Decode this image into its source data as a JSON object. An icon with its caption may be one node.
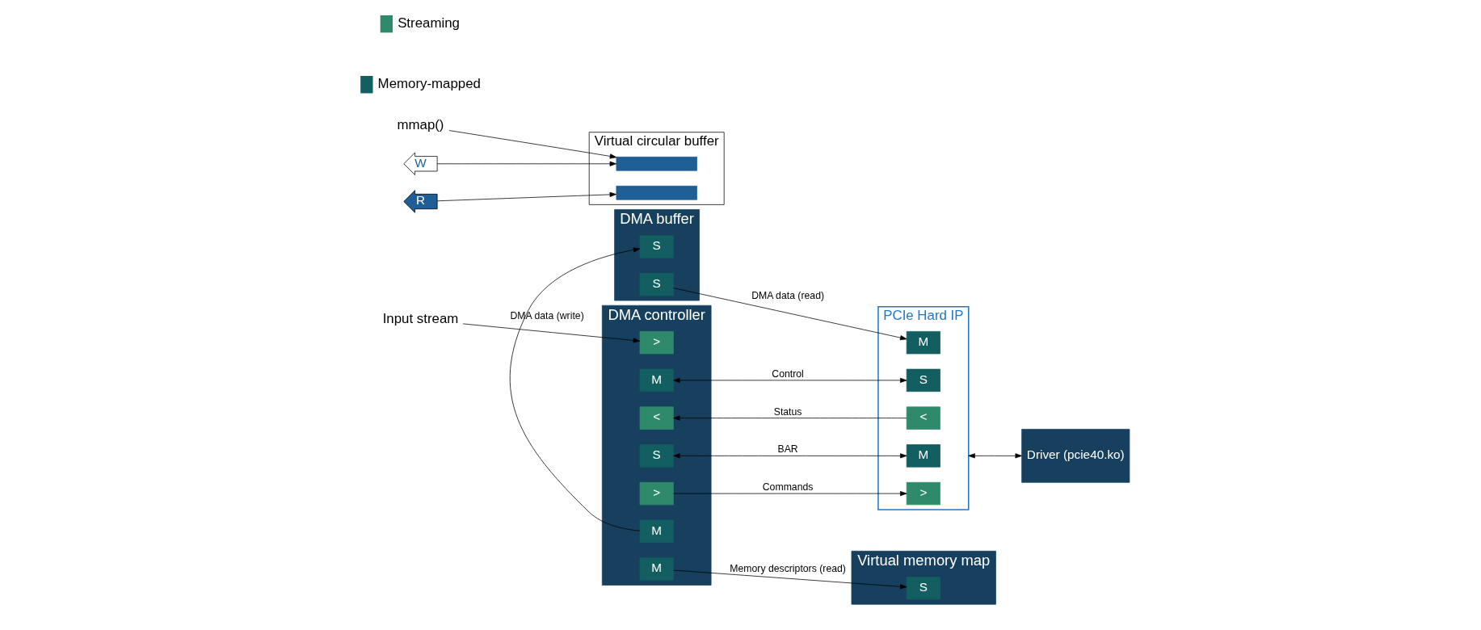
{
  "diagram": {
    "nodes": [
      {
        "text": [
          "Input stream"
        ]
      },
      {
        "text": [
          "DMA controller"
        ]
      },
      {
        "text": [
          ">"
        ],
        "in": 1
      },
      {
        "text": [
          "S"
        ],
        "in": 1
      },
      {
        "text": [
          ">"
        ],
        "in": 1
      },
      {
        "text": [
          "M"
        ],
        "in": 1
      },
      {
        "text": [
          "<"
        ],
        "in": 1
      },
      {
        "text": [
          "M"
        ],
        "in": 1
      },
      {
        "text": [
          "M"
        ],
        "in": 1
      },
      {
        "text": [
          "Virtual memory map"
        ]
      },
      {
        "text": [
          "S"
        ],
        "in": 9
      },
      {
        "text": [
          "DMA buffer"
        ]
      },
      {
        "text": [
          "S"
        ],
        "in": 11
      },
      {
        "text": [
          "S"
        ],
        "in": 11
      },
      {
        "text": [
          "PCIe Hard IP"
        ]
      },
      {
        "text": [
          "M"
        ],
        "in": 14
      },
      {
        "text": [
          ">"
        ],
        "in": 14
      },
      {
        "text": [
          "<"
        ],
        "in": 14
      },
      {
        "text": [
          "S"
        ],
        "in": 14
      },
      {
        "text": [
          "M"
        ],
        "in": 14
      },
      {
        "text": [
          "Driver (pcie40.ko)"
        ]
      },
      {
        "text": [
          "mmap()"
        ]
      },
      {
        "text": [
          "Virtual circular buffer"
        ]
      },
      {
        "text": [],
        "shape": "bar",
        "in": 22
      },
      {
        "text": [],
        "shape": "bar",
        "in": 22
      },
      {
        "text": [
          "W"
        ]
      },
      {
        "text": [
          "R"
        ]
      }
    ],
    "edges": [
      {
        "from": 0,
        "to": 2,
        "arrow": "to"
      },
      {
        "from": 3,
        "to": 15,
        "arrow": "both",
        "label": "BAR"
      },
      {
        "from": 4,
        "to": 16,
        "arrow": "to",
        "label": "Commands"
      },
      {
        "from": 17,
        "to": 6,
        "arrow": "to",
        "label": "Status"
      },
      {
        "from": 8,
        "to": 18,
        "arrow": "both",
        "label": "Control"
      },
      {
        "from": 5,
        "to": 10,
        "arrow": "to",
        "label": "Memory descriptors (read)"
      },
      {
        "from": 7,
        "to": 12,
        "arrow": "to",
        "label": "DMA data (write)"
      },
      {
        "from": 13,
        "to": 19,
        "arrow": "to",
        "label": "DMA data (read)"
      },
      {
        "from": 14,
        "to": 20,
        "arrow": "both"
      },
      {
        "from": 21,
        "to": 23,
        "arrow": "to"
      },
      {
        "from": 25,
        "to": 23,
        "arrow": "to"
      },
      {
        "from": 26,
        "to": 24,
        "arrow": "to"
      }
    ],
    "legend": [
      {
        "text": "Streaming",
        "color": "#2f8a6c"
      },
      {
        "text": "Memory-mapped",
        "color": "#135e60"
      }
    ]
  }
}
